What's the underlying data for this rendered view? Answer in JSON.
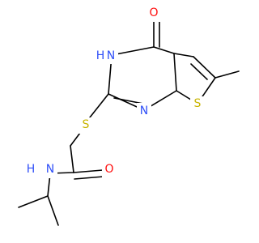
{
  "structure": {
    "atoms": {
      "o_carbonyl": {
        "label": "O",
        "color": "#ff0d0d"
      },
      "nh_ring": {
        "label": "H",
        "color": "#3050f8"
      },
      "n_ring_h": {
        "label": "N",
        "color": "#3050f8"
      },
      "n_ring": {
        "label": "N",
        "color": "#3050f8"
      },
      "s_thiophene": {
        "label": "S",
        "color": "#c8b400"
      },
      "s_thioether": {
        "label": "S",
        "color": "#c8b400"
      },
      "o_amide": {
        "label": "O",
        "color": "#ff0d0d"
      },
      "n_amide": {
        "label": "N",
        "color": "#3050f8"
      },
      "h_amide": {
        "label": "H",
        "color": "#3050f8"
      }
    }
  }
}
